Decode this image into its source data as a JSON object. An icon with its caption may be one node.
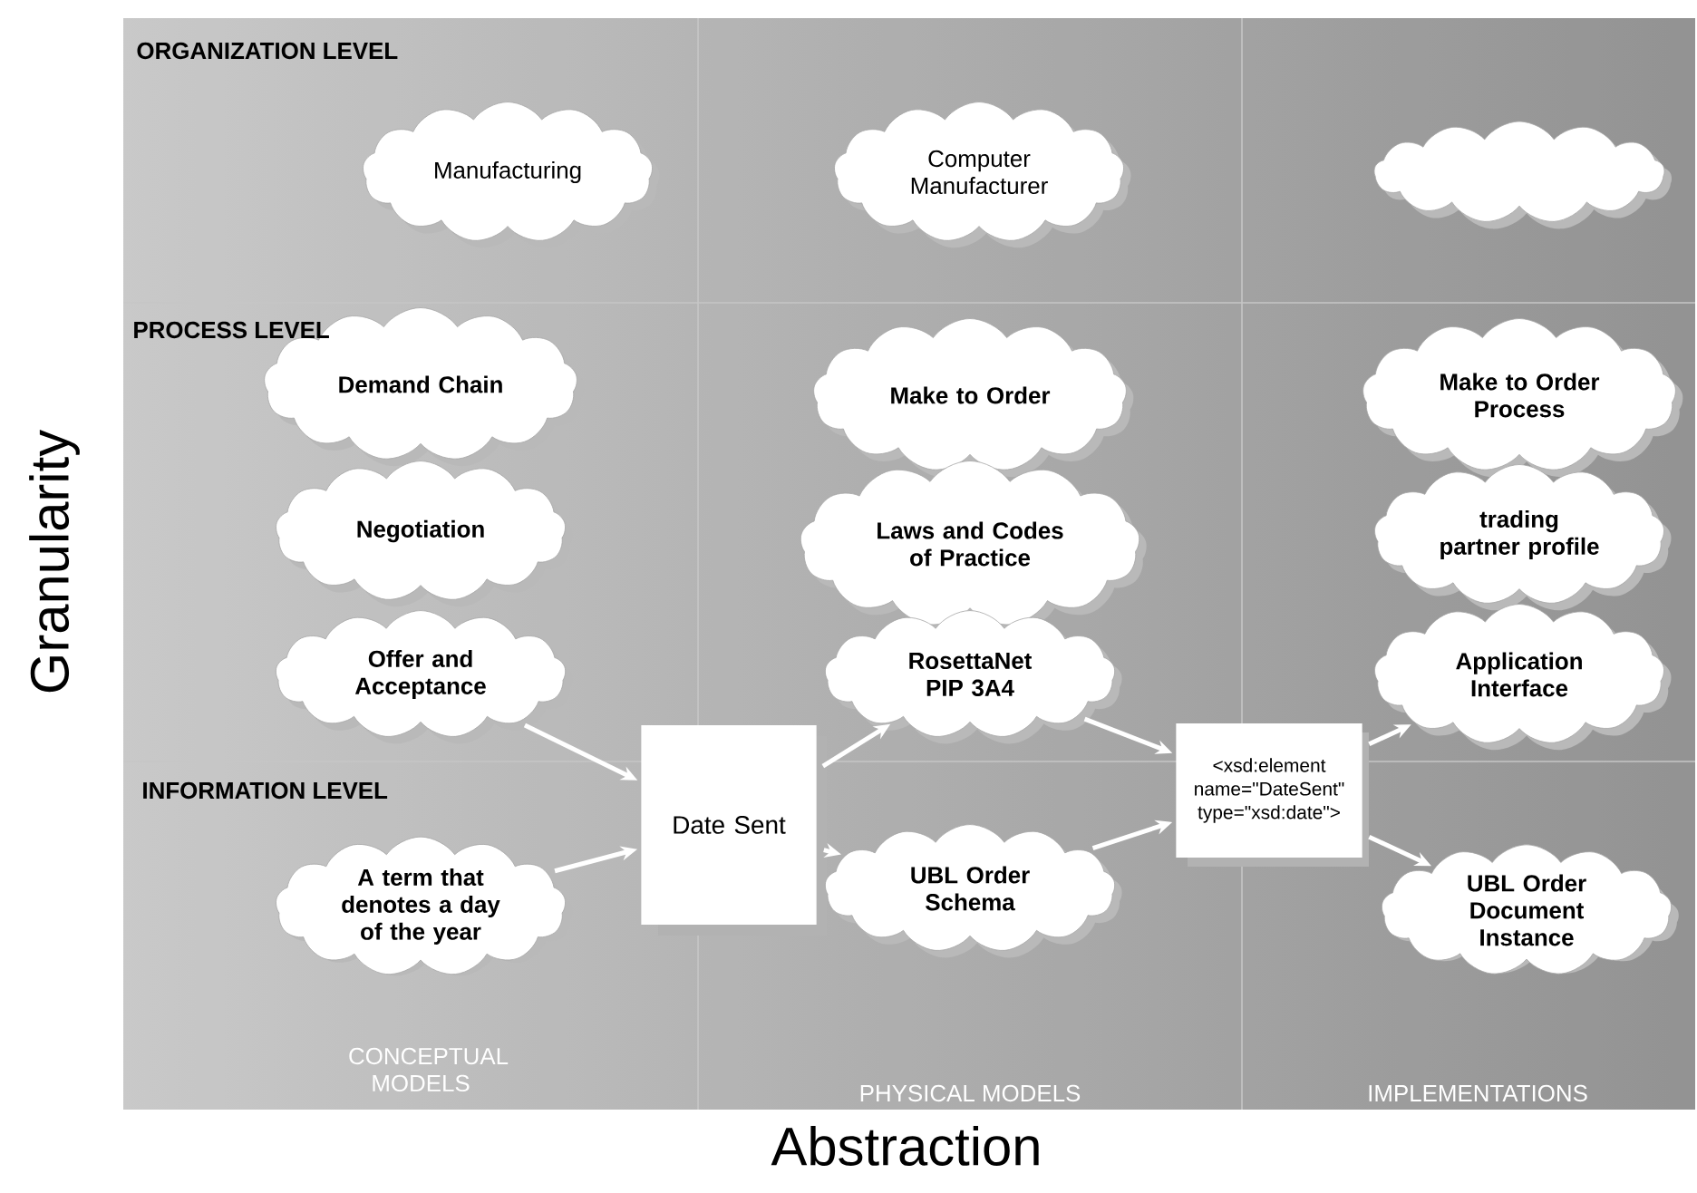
{
  "diagram": {
    "nodes": [
      {
        "text": [
          "Manufacturing"
        ]
      },
      {
        "text": [
          "Computer Manufacturer"
        ]
      },
      {
        "text": [],
        "shape": "cloud"
      },
      {
        "text": [
          "Demand Chain"
        ]
      },
      {
        "text": [
          "Make to Order"
        ]
      },
      {
        "text": [
          "Make to Order Process"
        ]
      },
      {
        "text": [
          "Negotiation"
        ]
      },
      {
        "text": [
          "Laws and Codes of Practice"
        ]
      },
      {
        "text": [
          "trading partner profile"
        ]
      },
      {
        "text": [
          "Offer and Acceptance"
        ]
      },
      {
        "text": [
          "RosettaNet PIP 3A4"
        ]
      },
      {
        "text": [
          "Application Interface"
        ]
      },
      {
        "text": [
          "Date Sent"
        ]
      },
      {
        "text": [
          "A term that denotes a day of the year"
        ]
      },
      {
        "text": [
          "UBL Order Schema"
        ]
      },
      {
        "text": [
          "<xsd:element name=\"DateSent\" type=\"xsd:date\">"
        ]
      },
      {
        "text": [
          "UBL Order Document Instance"
        ]
      }
    ],
    "edges": [
      {
        "from": 9,
        "to": 12,
        "arrow": "to"
      },
      {
        "from": 13,
        "to": 12,
        "arrow": "to"
      },
      {
        "from": 12,
        "to": 10,
        "arrow": "to"
      },
      {
        "from": 12,
        "to": 14,
        "arrow": "to"
      },
      {
        "from": 10,
        "to": 15,
        "arrow": "to"
      },
      {
        "from": 14,
        "to": 15,
        "arrow": "to"
      },
      {
        "from": 15,
        "to": 11,
        "arrow": "to"
      },
      {
        "from": 15,
        "to": 16,
        "arrow": "to"
      }
    ],
    "labels": [
      "ORGANIZATION LEVEL",
      "PROCESS LEVEL",
      "INFORMATION LEVEL",
      "CONCEPTUAL MODELS",
      "PHYSICAL MODELS",
      "IMPLEMENTATIONS",
      "Granularity",
      "Abstraction"
    ]
  }
}
